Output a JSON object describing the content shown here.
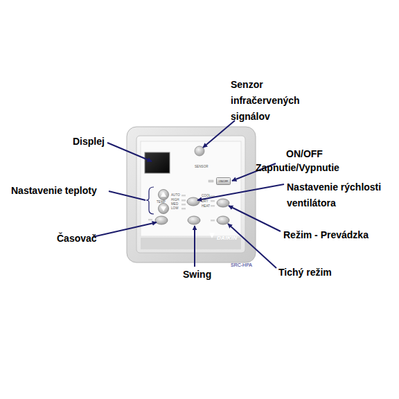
{
  "diagram": {
    "nodes": [
      {
        "text": [
          "ON/OFF"
        ]
      }
    ],
    "labels": [
      "Senzor infračervených signálov",
      "Displej",
      "ON/OFF",
      "Zapnutie/Vypnutie",
      "Nastavenie teploty",
      "Nastavenie rýchlosti ventilátora",
      "Časovač",
      "Režim - Prevádzka",
      "Swing",
      "Tichý režim",
      "SENSOR",
      "AUTO",
      "HIGH",
      "MED",
      "LOW",
      "TEMP",
      "COOL",
      "DRY",
      "HEAT",
      "DAIKIN",
      "SRC-HPA"
    ]
  }
}
